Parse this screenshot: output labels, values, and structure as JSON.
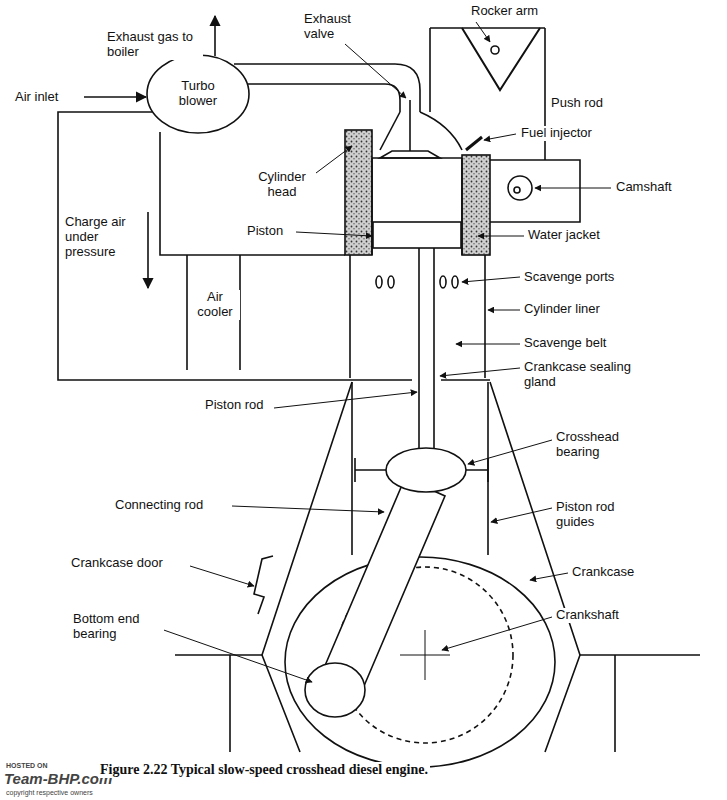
{
  "diagram": {
    "caption": "Figure 2.22 Typical slow-speed crosshead diesel engine.",
    "nodes": [
      {
        "text": [
          "Turbo blower"
        ]
      }
    ],
    "labels": [
      "Exhaust gas to boiler",
      "Air inlet",
      "Exhaust valve",
      "Rocker arm",
      "Push rod",
      "Fuel injector",
      "Camshaft",
      "Cylinder head",
      "Piston",
      "Water jacket",
      "Charge air under pressure",
      "Scavenge ports",
      "Air cooler",
      "Cylinder liner",
      "Scavenge belt",
      "Crankcase sealing gland",
      "Piston rod",
      "Crosshead bearing",
      "Connecting rod",
      "Piston rod guides",
      "Crankcase door",
      "Crankcase",
      "Crankshaft",
      "Bottom end bearing",
      "HOSTED ON",
      "Team-BHP.com",
      "copyright respective owners"
    ]
  }
}
